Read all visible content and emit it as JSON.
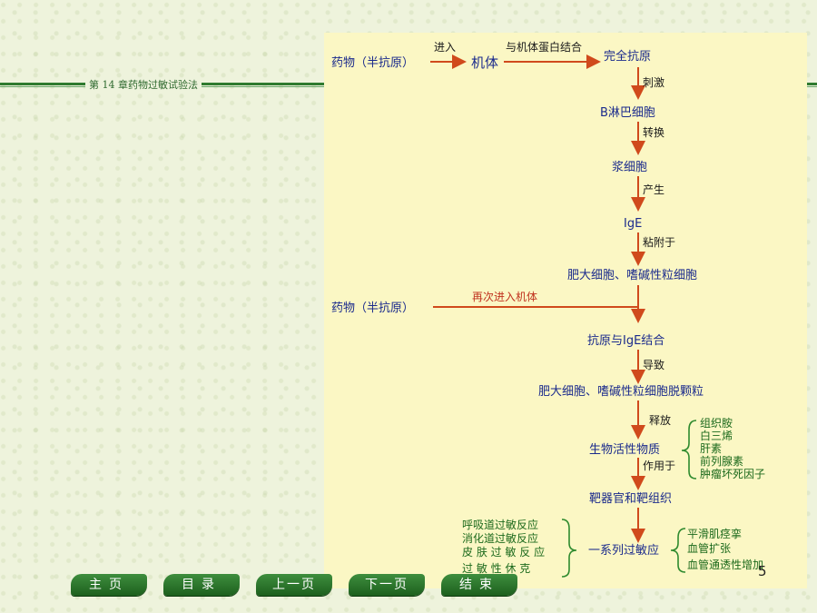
{
  "header": {
    "chapter": "第 14 章药物过敏试验法"
  },
  "diagram": {
    "top_row": {
      "drug": "药物（半抗原）",
      "enter": "进入",
      "body": "机体",
      "bind_protein": "与机体蛋白结合",
      "complete_antigen": "完全抗原"
    },
    "chain": [
      {
        "node": "B淋巴细胞",
        "edge_label": "刺激"
      },
      {
        "node": "浆细胞",
        "edge_label": "转换"
      },
      {
        "node": "IgE",
        "edge_label": "产生"
      },
      {
        "node": "肥大细胞、嗜碱性粒细胞",
        "edge_label": "粘附于"
      }
    ],
    "second_entry": {
      "drug": "药物（半抗原）",
      "label": "再次进入机体"
    },
    "chain2": [
      {
        "node": "抗原与IgE结合",
        "edge_label": ""
      },
      {
        "node": "肥大细胞、嗜碱性粒细胞脱颗粒",
        "edge_label": "导致"
      },
      {
        "node": "生物活性物质",
        "edge_label": "释放"
      },
      {
        "node": "靶器官和靶组织",
        "edge_label": "作用于"
      },
      {
        "node": "一系列过敏应",
        "edge_label": ""
      }
    ],
    "mediators": [
      "组织胺",
      "白三烯",
      "肝素",
      "前列腺素",
      "肿瘤坏死因子"
    ],
    "reactions_left": [
      "呼吸道过敏反应",
      "消化道过敏反应",
      "皮 肤 过 敏 反 应",
      "过 敏 性 休 克"
    ],
    "effects_right": [
      "平滑肌痉挛",
      "血管扩张",
      "血管通透性增加"
    ]
  },
  "page_number": "5",
  "nav": {
    "home": "主页",
    "toc": "目录",
    "prev": "上一页",
    "next": "下一页",
    "end": "结束"
  }
}
